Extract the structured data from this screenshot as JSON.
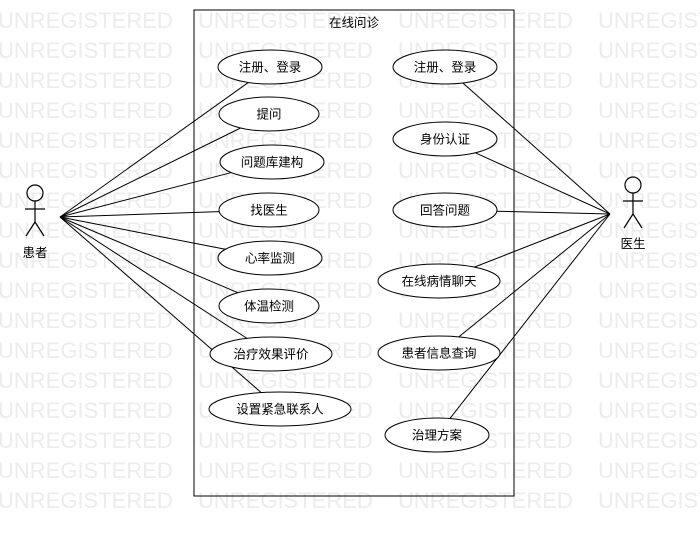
{
  "watermark": "UNREGISTERED",
  "system": {
    "title": "在线问诊"
  },
  "actors": [
    {
      "id": "patient",
      "label": "患者"
    },
    {
      "id": "doctor",
      "label": "医生"
    }
  ],
  "use_cases": [
    {
      "id": "p-register-login",
      "label": "注册、登录",
      "actor": "patient"
    },
    {
      "id": "p-ask",
      "label": "提问",
      "actor": "patient"
    },
    {
      "id": "p-question-bank",
      "label": "问题库建构",
      "actor": "patient"
    },
    {
      "id": "p-find-doctor",
      "label": "找医生",
      "actor": "patient"
    },
    {
      "id": "p-heart-rate",
      "label": "心率监测",
      "actor": "patient"
    },
    {
      "id": "p-temperature",
      "label": "体温检测",
      "actor": "patient"
    },
    {
      "id": "p-treatment-eval",
      "label": "治疗效果评价",
      "actor": "patient"
    },
    {
      "id": "p-emergency-contact",
      "label": "设置紧急联系人",
      "actor": "patient"
    },
    {
      "id": "d-register-login",
      "label": "注册、登录",
      "actor": "doctor"
    },
    {
      "id": "d-identity",
      "label": "身份认证",
      "actor": "doctor"
    },
    {
      "id": "d-answer",
      "label": "回答问题",
      "actor": "doctor"
    },
    {
      "id": "d-chat",
      "label": "在线病情聊天",
      "actor": "doctor"
    },
    {
      "id": "d-patient-info",
      "label": "患者信息查询",
      "actor": "doctor"
    },
    {
      "id": "d-treatment-plan",
      "label": "治理方案",
      "actor": "doctor"
    }
  ]
}
